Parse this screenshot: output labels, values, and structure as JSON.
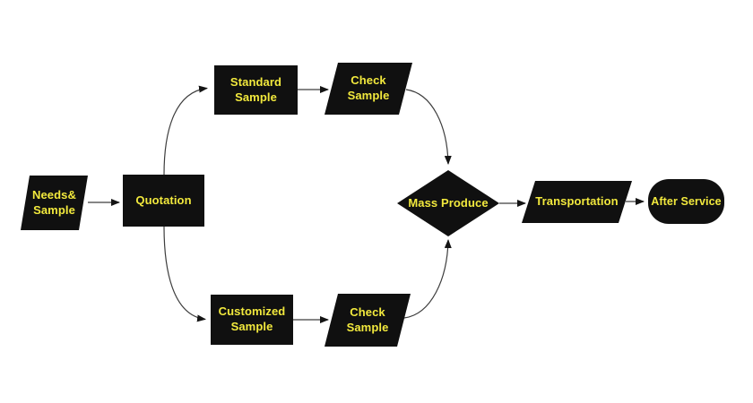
{
  "diagram": {
    "background": "#ffffff",
    "node_fill": "#101010",
    "label_color": "#f2e93d",
    "connector_color": "#3d3d3d",
    "arrowhead_color": "#141414"
  },
  "nodes": [
    {
      "id": "needs-sample",
      "shape": "parallelogram",
      "label": "Needs&\nSample"
    },
    {
      "id": "quotation",
      "shape": "rectangle",
      "label": "Quotation"
    },
    {
      "id": "standard-sample",
      "shape": "rectangle",
      "label": "Standard\nSample"
    },
    {
      "id": "check-sample-top",
      "shape": "parallelogram",
      "label": "Check\nSample"
    },
    {
      "id": "customized-sample",
      "shape": "rectangle",
      "label": "Customized\nSample"
    },
    {
      "id": "check-sample-bottom",
      "shape": "parallelogram",
      "label": "Check\nSample"
    },
    {
      "id": "mass-produce",
      "shape": "diamond",
      "label": "Mass Produce"
    },
    {
      "id": "transportation",
      "shape": "parallelogram",
      "label": "Transportation"
    },
    {
      "id": "after-service",
      "shape": "terminator",
      "label": "After Service"
    }
  ],
  "edges": [
    {
      "from": "needs-sample",
      "to": "quotation"
    },
    {
      "from": "quotation",
      "to": "standard-sample"
    },
    {
      "from": "quotation",
      "to": "customized-sample"
    },
    {
      "from": "standard-sample",
      "to": "check-sample-top"
    },
    {
      "from": "check-sample-top",
      "to": "mass-produce"
    },
    {
      "from": "customized-sample",
      "to": "check-sample-bottom"
    },
    {
      "from": "check-sample-bottom",
      "to": "mass-produce"
    },
    {
      "from": "mass-produce",
      "to": "transportation"
    },
    {
      "from": "transportation",
      "to": "after-service"
    }
  ]
}
